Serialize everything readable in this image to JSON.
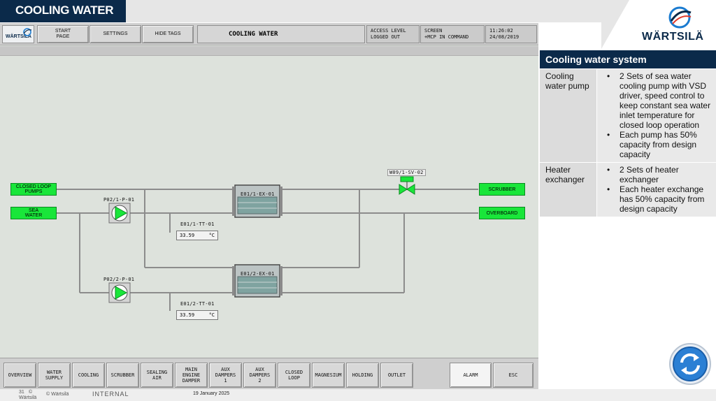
{
  "slide": {
    "title": "COOLING WATER",
    "brand": "WÄRTSILÄ"
  },
  "header": {
    "logo_text": "WÄRTSILÄ",
    "buttons": [
      "START\nPAGE",
      "SETTINGS",
      "HIDE TAGS"
    ],
    "screen_title": "COOLING WATER",
    "access_level_label": "ACCESS LEVEL",
    "access_level_value": "LOGGED OUT",
    "screen_label": "SCREEN",
    "screen_value": "+MCP IN COMMAND",
    "time": "11:26:02",
    "date": "24/08/2019"
  },
  "diagram": {
    "closed_loop_pumps": "CLOSED LOOP\nPUMPS",
    "sea_water": "SEA\nWATER",
    "scrubber": "SCRUBBER",
    "overboard": "OVERBOARD",
    "pump1_tag": "P02/1-P-01",
    "pump2_tag": "P02/2-P-01",
    "hx1_tag": "E01/1-EX-01",
    "hx2_tag": "E01/2-EX-01",
    "valve_tag": "W09/1-SV-02",
    "tt1_tag": "E01/1-TT-01",
    "tt2_tag": "E01/2-TT-01",
    "tt1_value": "33.59",
    "tt2_value": "33.59",
    "temp_unit": "°C",
    "colors": {
      "active": "#19e63a",
      "pipe": "#8c8c8c"
    }
  },
  "navbar": {
    "buttons": [
      "OVERVIEW",
      "WATER\nSUPPLY",
      "COOLING",
      "SCRUBBER",
      "SEALING\nAIR",
      "MAIN\nENGINE\nDAMPER",
      "AUX\nDAMPERS\n1",
      "AUX\nDAMPERS\n2",
      "CLOSED\nLOOP",
      "MAGNESIUM",
      "HOLDING",
      "OUTLET"
    ],
    "alarm": "ALARM",
    "esc": "ESC"
  },
  "table": {
    "title": "Cooling water system",
    "rows": [
      {
        "label": "Cooling water pump",
        "bullets": [
          "2 Sets of sea water cooling pump with VSD driver, speed control to keep constant sea water inlet temperature for closed loop operation",
          "Each pump has 50% capacity from design capacity"
        ]
      },
      {
        "label": "Heater exchanger",
        "bullets": [
          "2 Sets of heater exchanger",
          "Each heater exchange has 50% capacity from design capacity"
        ]
      }
    ]
  },
  "footer": {
    "page": "31",
    "copyright_symbol": "©",
    "copyright_brand": "Wärtsilä",
    "copyright": "© Wärtsilä",
    "classification": "INTERNAL",
    "date": "19 January 2025"
  },
  "icons": {
    "refresh": "refresh-icon",
    "brand": "wartsila-logo-icon"
  }
}
